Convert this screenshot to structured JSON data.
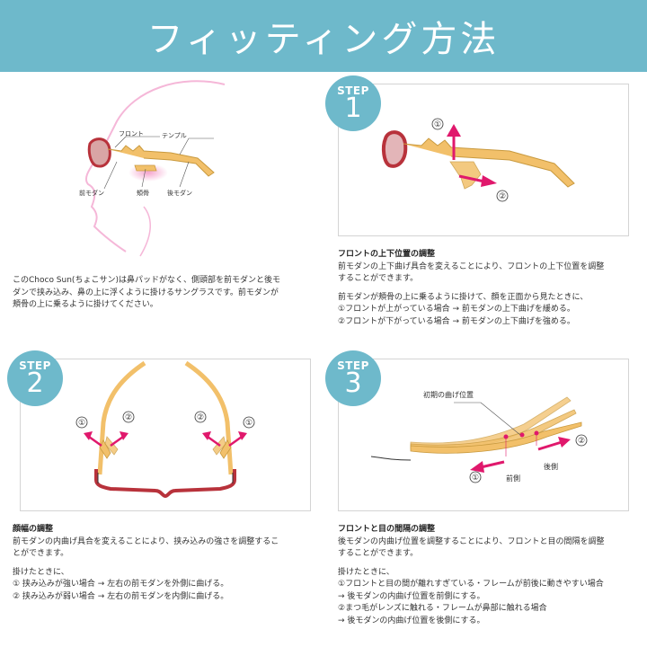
{
  "header": {
    "title": "フィッティング方法"
  },
  "intro": {
    "labels": {
      "front": "フロント",
      "temple": "テンプル",
      "front_modern": "前モダン",
      "cheekbone": "頬骨",
      "rear_modern": "後モダン"
    },
    "lines": [
      "このChoco Sun(ちょこサン)は鼻パッドがなく、側頭部を前モダンと後モ",
      "ダンで挟み込み、鼻の上に浮くように掛けるサングラスです。前モダンが",
      "頬骨の上に乗るように掛けてください。"
    ]
  },
  "step1": {
    "badge_label": "STEP",
    "badge_number": "1",
    "marks": {
      "one": "①",
      "two": "②"
    },
    "heading": "フロントの上下位置の調整",
    "para1": [
      "前モダンの上下曲げ具合を変えることにより、フロントの上下位置を調整",
      "することができます。"
    ],
    "para2": [
      "前モダンが頬骨の上に乗るように掛けて、顔を正面から見たときに、",
      "①フロントが上がっている場合 → 前モダンの上下曲げを緩める。",
      "②フロントが下がっている場合 → 前モダンの上下曲げを強める。"
    ]
  },
  "step2": {
    "badge_label": "STEP",
    "badge_number": "2",
    "marks": {
      "one": "①",
      "two": "②"
    },
    "heading": "顔幅の調整",
    "para1": [
      "前モダンの内曲げ具合を変えることにより、挟み込みの強さを調整するこ",
      "とができます。"
    ],
    "para2": [
      "掛けたときに、",
      "① 挟み込みが強い場合 → 左右の前モダンを外側に曲げる。",
      "② 挟み込みが弱い場合 → 左右の前モダンを内側に曲げる。"
    ]
  },
  "step3": {
    "badge_label": "STEP",
    "badge_number": "3",
    "marks": {
      "one": "①",
      "two": "②"
    },
    "label_initial": "初期の曲げ位置",
    "label_rear": "後側",
    "label_front": "前側",
    "heading": "フロントと目の間隔の調整",
    "para1": [
      "後モダンの内曲げ位置を調整することにより、フロントと目の間隔を調整",
      "することができます。"
    ],
    "para2": [
      "掛けたときに、",
      "①フロントと目の間が離れすぎている・フレームが前後に動きやすい場合",
      "→ 後モダンの内曲げ位置を前側にする。",
      "②まつ毛がレンズに触れる・フレームが鼻部に触れる場合",
      "→ 後モダンの内曲げ位置を後側にする。"
    ]
  },
  "colors": {
    "header": "#6eb9cb",
    "frame": "#b8323b",
    "temple": "#f2c06a",
    "arrow": "#e0186c",
    "pink": "#f4a6cf"
  }
}
